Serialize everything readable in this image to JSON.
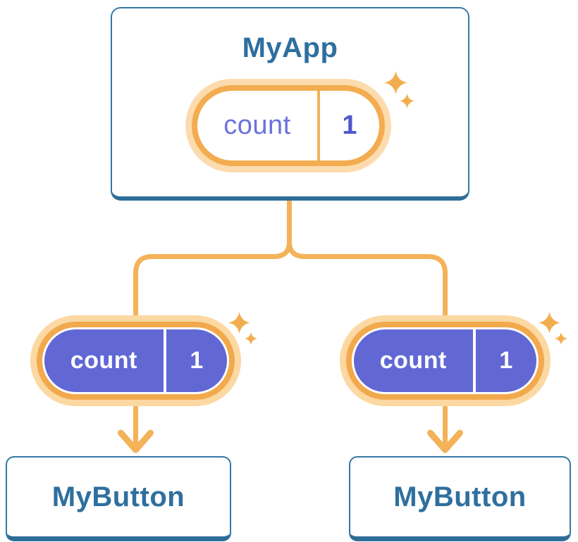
{
  "page": {
    "background": "#ffffff"
  },
  "colors": {
    "card_border": "#3578a4",
    "card_bottom_edge": "#2e6d98",
    "component_label_text": "#2e6f9e",
    "connector_line": "#f4b259",
    "pill_ring_orange": "#f2a94d",
    "pill_halo": "#fcd8a2",
    "state_pill_fill": "#6168d4",
    "state_pill_text": "#ffffff",
    "prop_name_text": "#6b71de",
    "prop_value_text": "#5157cd",
    "sparkle": "#f2ae4e"
  },
  "tree": {
    "root": {
      "label": "MyApp",
      "state": {
        "name": "count",
        "value": "1"
      }
    },
    "children": [
      {
        "label": "MyButton",
        "prop": {
          "name": "count",
          "value": "1"
        }
      },
      {
        "label": "MyButton",
        "prop": {
          "name": "count",
          "value": "1"
        }
      }
    ]
  },
  "icons": {
    "sparkle": "sparkle-icon",
    "arrow": "arrow-down-icon"
  }
}
